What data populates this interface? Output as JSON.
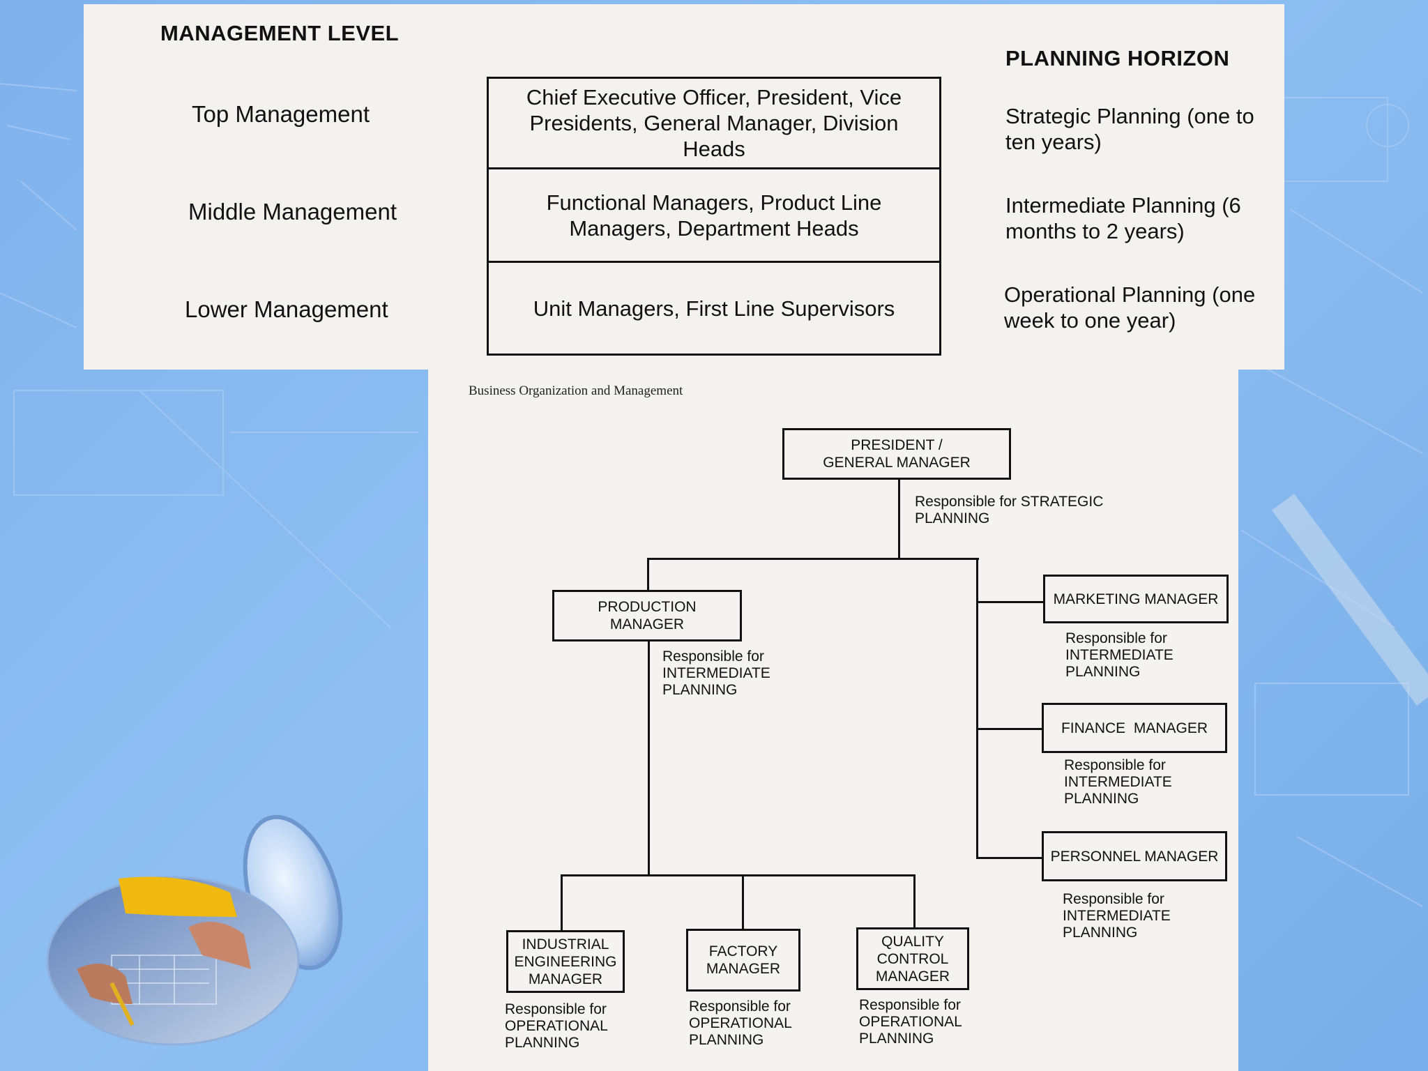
{
  "top_panel": {
    "management_level_header": "MANAGEMENT LEVEL",
    "planning_horizon_header": "PLANNING HORIZON",
    "rows": [
      {
        "level": "Top Management",
        "positions": "Chief Executive Officer, President, Vice Presidents, General Manager, Division Heads",
        "horizon": "Strategic Planning (one to ten years)"
      },
      {
        "level": "Middle Management",
        "positions": "Functional Managers, Product Line Managers, Department Heads",
        "horizon": "Intermediate Planning (6 months to 2 years)"
      },
      {
        "level": "Lower Management",
        "positions": "Unit Managers, First Line Supervisors",
        "horizon": "Operational Planning (one week to one year)"
      }
    ]
  },
  "org_chart": {
    "caption": "Business Organization and Management",
    "president": {
      "label": "PRESIDENT / GENERAL MANAGER",
      "note": "Responsible for STRATEGIC PLANNING"
    },
    "production": {
      "label": "PRODUCTION MANAGER",
      "note": "Responsible for INTERMEDIATE PLANNING"
    },
    "marketing": {
      "label": "MARKETING MANAGER",
      "note": "Responsible for INTERMEDIATE PLANNING"
    },
    "finance": {
      "label": "FINANCE  MANAGER",
      "note": "Responsible for INTERMEDIATE PLANNING"
    },
    "personnel": {
      "label": "PERSONNEL MANAGER",
      "note": "Responsible for INTERMEDIATE PLANNING"
    },
    "industrial": {
      "label": "INDUSTRIAL ENGINEERING MANAGER",
      "note": "Responsible for OPERATIONAL PLANNING"
    },
    "factory": {
      "label": "FACTORY MANAGER",
      "note": "Responsible for OPERATIONAL PLANNING"
    },
    "quality": {
      "label": "QUALITY CONTROL MANAGER",
      "note": "Responsible for OPERATIONAL PLANNING"
    }
  }
}
